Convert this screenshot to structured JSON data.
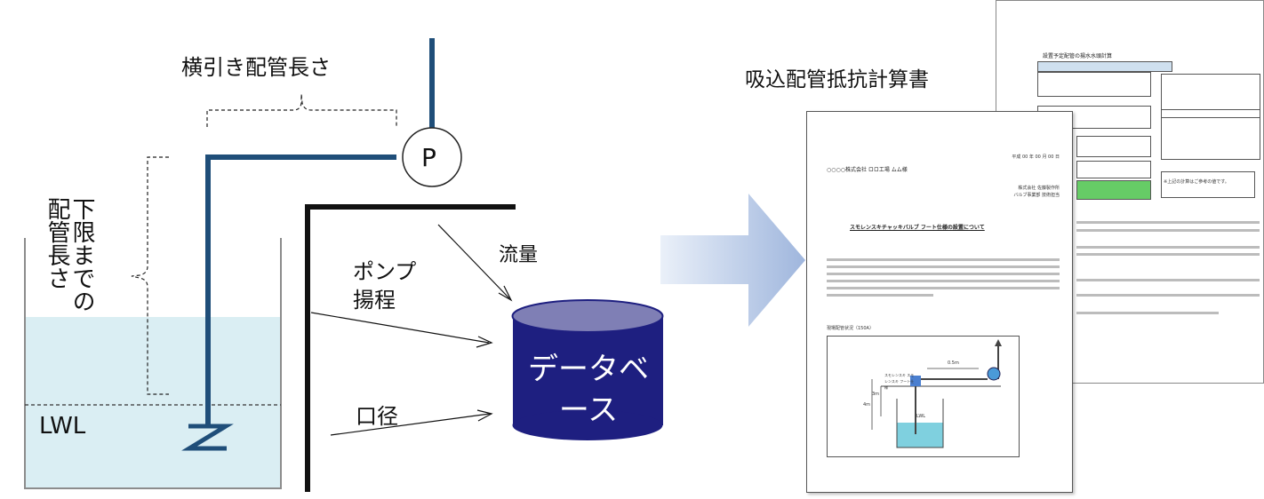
{
  "diagram": {
    "labels": {
      "horizontal_pipe_length": "横引き配管長さ",
      "pipe_length_to_lower_limit": "下限までの配管長さ",
      "pump": "P",
      "lwl": "LWL",
      "pump_head": "ポンプ揚程",
      "flow_rate": "流量",
      "diameter": "口径",
      "database": "データベース",
      "report_title": "吸込配管抵抗計算書"
    },
    "document_front": {
      "date": "平成 00 年 00 月 00 日",
      "recipient": "○○○○株式会社 ロロ工場 ムム様",
      "sender_company": "株式会社 佐藤製作所",
      "sender_dept": "バルブ事業部 技術担当",
      "heading": "スモレンスキチャッキバルブ フート仕様の設置について",
      "figure_caption": "現場配管状況（150A）",
      "fig_dim_horizontal": "0.5m",
      "fig_dim_vertical_total": "4m",
      "fig_dim_vertical_inner": "3m",
      "fig_lwl": "LWL",
      "fig_note": "スモレンスキ スモレンスキ フート仕様"
    },
    "document_back": {
      "title": "設置予定配管の揚水水頭計算",
      "note": "※上記の計算はご参考の値です。"
    }
  },
  "colors": {
    "pipe": "#1f4e79",
    "water": "#daeef3",
    "database_body": "#1e1f80",
    "database_top": "#7f7fb5",
    "arrow": "#b4c6e7"
  }
}
